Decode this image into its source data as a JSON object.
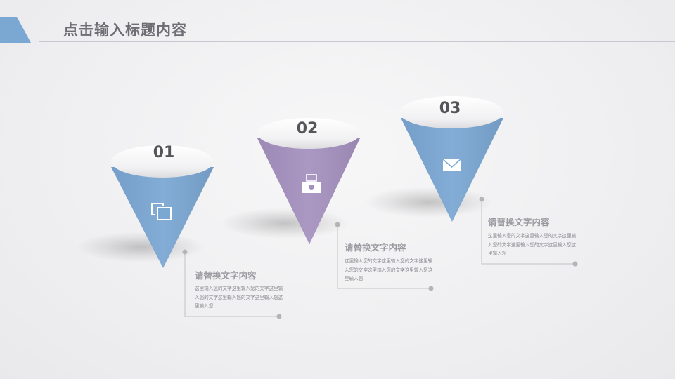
{
  "header": {
    "title": "点击输入标题内容"
  },
  "colors": {
    "blue": "#7ba7d3",
    "purple": "#a591bf",
    "accent": "#7ba7d3",
    "line": "#c9c8d0"
  },
  "steps": [
    {
      "number": "01",
      "icon": "photos-icon",
      "color": "#7ba7d3",
      "title": "请替换文字内容",
      "body": "这里输入您的文字这里输入您的文字这里输入您的文字这里输入您的文字这里输入您这里输入您"
    },
    {
      "number": "02",
      "icon": "camera-icon",
      "color": "#a591bf",
      "title": "请替换文字内容",
      "body": "这里输入您的文字这里输入您的文字这里输入您的文字这里输入您的文字这里输入您这里输入您"
    },
    {
      "number": "03",
      "icon": "envelope-icon",
      "color": "#7ba7d3",
      "title": "请替换文字内容",
      "body": "这里输入您的文字这里输入您的文字这里输入您的文字这里输入您的文字这里输入您这里输入您"
    }
  ]
}
